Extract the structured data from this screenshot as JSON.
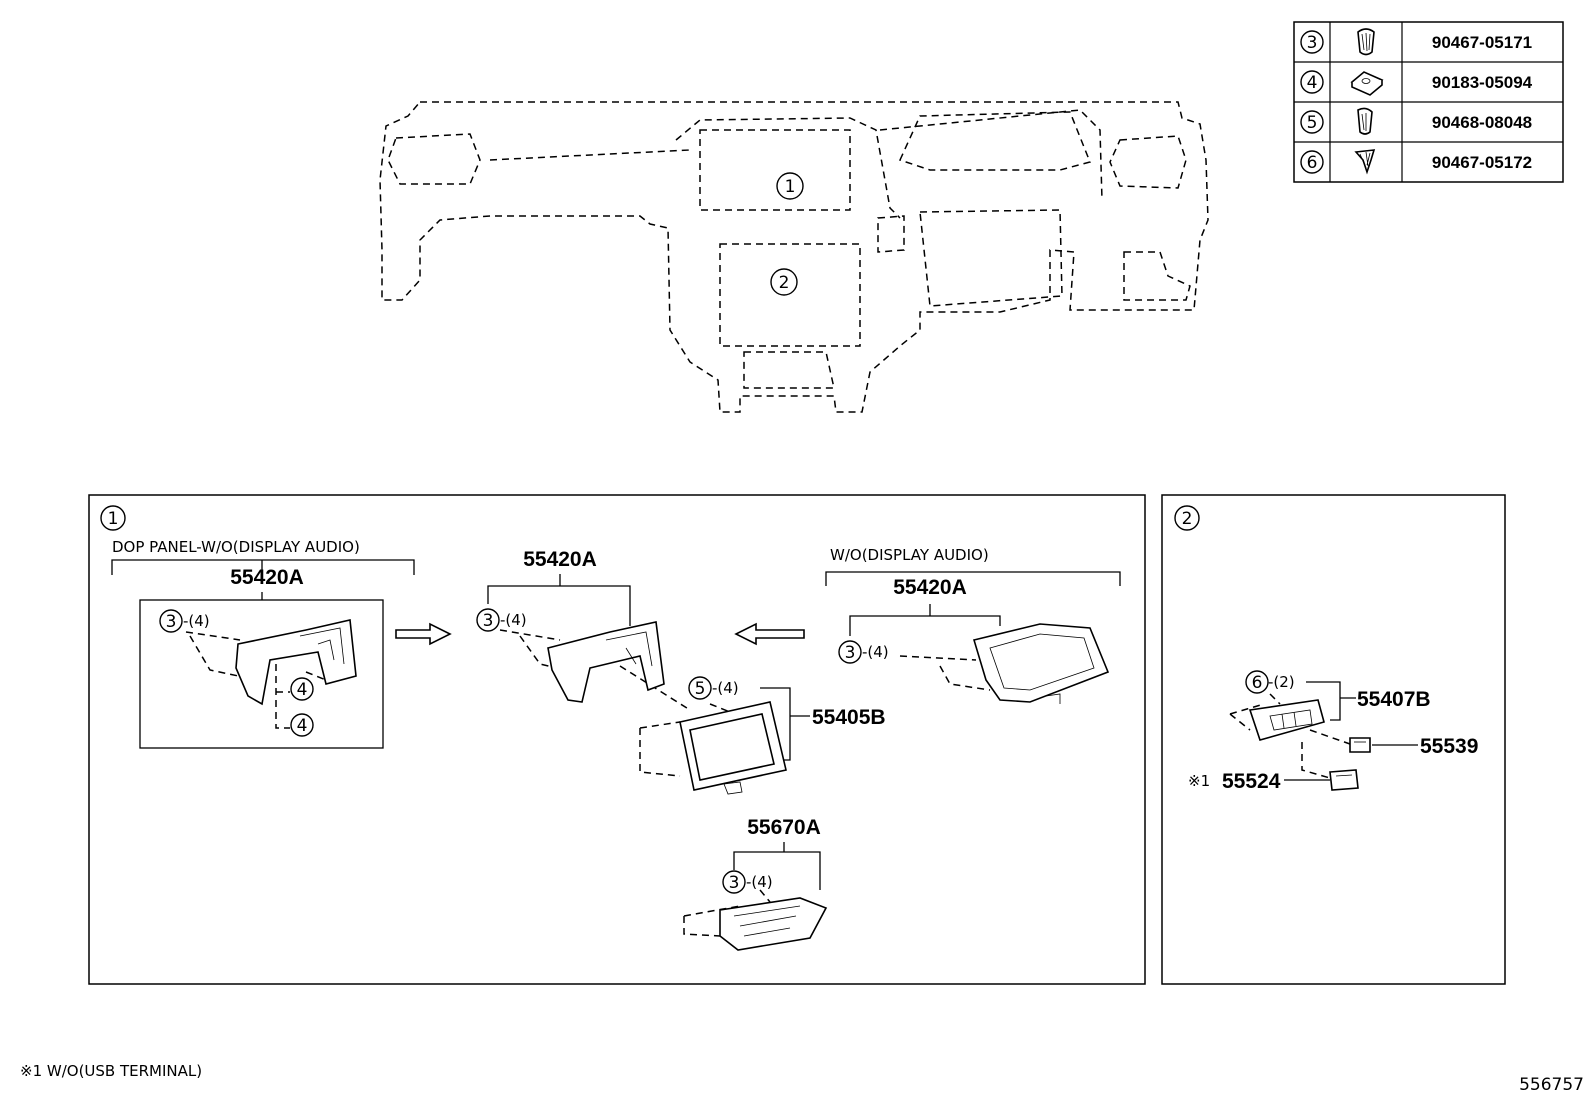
{
  "fastener_table": [
    {
      "ref": "3",
      "part_no": "90467-05171",
      "icon": "clip-icon"
    },
    {
      "ref": "4",
      "part_no": "90183-05094",
      "icon": "nut-clip-icon"
    },
    {
      "ref": "5",
      "part_no": "90468-08048",
      "icon": "clip-icon"
    },
    {
      "ref": "6",
      "part_no": "90467-05172",
      "icon": "clip-icon"
    }
  ],
  "overview": {
    "callout_1": "1",
    "callout_2": "2"
  },
  "panel_1": {
    "ref": "1",
    "group_a": {
      "title": "DOP PANEL-W/O(DISPLAY AUDIO)",
      "part": "55420A",
      "clip_ref": "3",
      "clip_qty": "-(4)",
      "nut_ref_a": "4",
      "nut_ref_b": "4"
    },
    "group_b": {
      "part": "55420A",
      "clip_ref": "3",
      "clip_qty": "-(4)"
    },
    "group_c": {
      "title": "W/O(DISPLAY AUDIO)",
      "part": "55420A",
      "clip_ref": "3",
      "clip_qty": "-(4)"
    },
    "group_d": {
      "part": "55405B",
      "clip_ref": "5",
      "clip_qty": "-(4)"
    },
    "group_e": {
      "part": "55670A",
      "clip_ref": "3",
      "clip_qty": "-(4)"
    }
  },
  "panel_2": {
    "ref": "2",
    "clip_ref": "6",
    "clip_qty": "-(2)",
    "part_a": "55407B",
    "part_b": "55539",
    "part_c": "55524",
    "part_c_mark": "※1"
  },
  "footnote": "※1 W/O(USB TERMINAL)",
  "illustration_no": "556757"
}
